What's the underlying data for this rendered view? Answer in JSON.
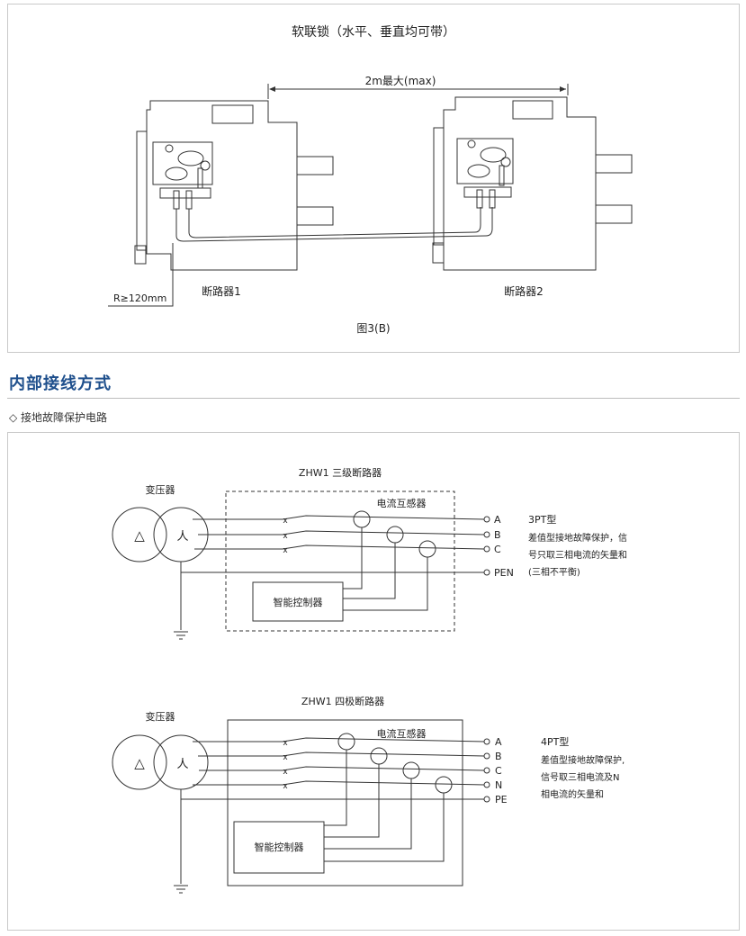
{
  "interlock": {
    "title": "软联锁（水平、垂直均可带）",
    "distance_label": "2m最大(max)",
    "radius_label": "R≥120mm",
    "breaker1_label": "断路器1",
    "breaker2_label": "断路器2",
    "caption": "图3(B)"
  },
  "section": {
    "title": "内部接线方式",
    "subheading": "◇ 接地故障保护电路"
  },
  "diagram_3pole": {
    "title": "ZHW1 三级断路器",
    "transformer_label": "变压器",
    "delta_symbol": "△",
    "star_symbol": "人",
    "ct_label": "电流互感器",
    "controller_label": "智能控制器",
    "switch_mark": "x",
    "lines": [
      "A",
      "B",
      "C",
      "PEN"
    ],
    "type_title": "3PT型",
    "type_desc": [
      "差值型接地故障保护，信",
      "号只取三相电流的矢量和",
      "(三相不平衡)"
    ]
  },
  "diagram_4pole": {
    "title": "ZHW1 四极断路器",
    "transformer_label": "变压器",
    "delta_symbol": "△",
    "star_symbol": "人",
    "ct_label": "电流互感器",
    "controller_label": "智能控制器",
    "switch_mark": "x",
    "lines": [
      "A",
      "B",
      "C",
      "N",
      "PE"
    ],
    "type_title": "4PT型",
    "type_desc": [
      "差值型接地故障保护,",
      "信号取三相电流及N",
      "相电流的矢量和"
    ]
  }
}
